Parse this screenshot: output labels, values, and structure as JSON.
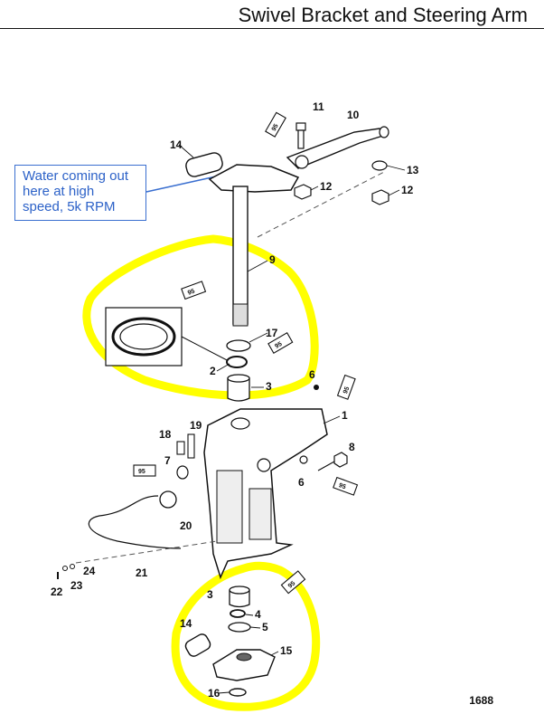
{
  "title": "Swivel Bracket and Steering Arm",
  "callout_text": "Water coming out here at high speed, 5k RPM",
  "figure_number": "1688",
  "sealant_code": "95",
  "highlight_color": "#ffff00",
  "callout_color": "#3a6fd0",
  "part_labels": [
    "1",
    "2",
    "3",
    "3",
    "4",
    "5",
    "6",
    "6",
    "7",
    "8",
    "9",
    "10",
    "11",
    "12",
    "12",
    "13",
    "14",
    "14",
    "15",
    "16",
    "17",
    "18",
    "19",
    "20",
    "21",
    "22",
    "23",
    "24"
  ]
}
